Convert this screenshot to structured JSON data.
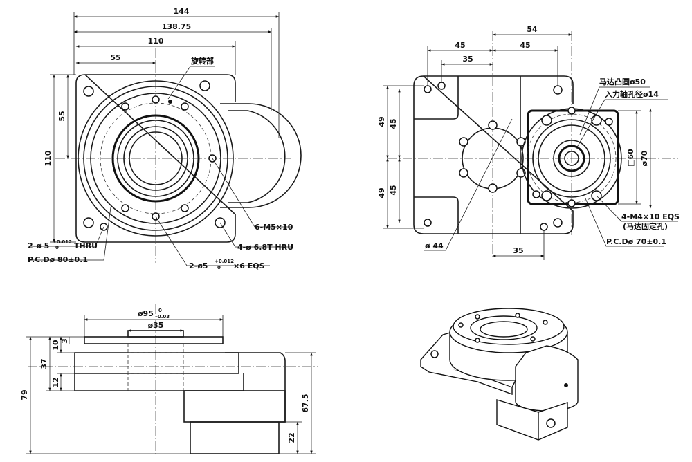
{
  "top_view": {
    "dim_144": "144",
    "dim_138_75": "138.75",
    "dim_110_top": "110",
    "dim_55_top": "55",
    "rotating_part": "旋转部",
    "dim_55_side": "55",
    "dim_110_side": "110",
    "callout_m5": "6-M5×10",
    "callout_68": "4-ø 6.8T HRU",
    "callout_pin_thru_main": "2-ø 5",
    "callout_pin_thru_tol_up": "+0.012",
    "callout_pin_thru_tol_dn": "0",
    "callout_pin_thru_end": "THRU",
    "callout_pcd80": "P.C.Dø 80±0.1",
    "callout_pin_eqs_main": "2-ø5",
    "callout_pin_eqs_tol_up": "+0.012",
    "callout_pin_eqs_tol_dn": "0",
    "callout_pin_eqs_end": "×6 EQS"
  },
  "right_view": {
    "dim_54": "54",
    "dim_45_a": "45",
    "dim_45_b": "45",
    "dim_35_top": "35",
    "dim_49_top": "49",
    "dim_45_side_top": "45",
    "dim_49_bot": "49",
    "dim_45_side_bot": "45",
    "motor_boss": "马达凸圆ø50",
    "input_bore": "入力轴孔径ø14",
    "sq60": "□60",
    "dia70": "ø70",
    "callout_m4": "4-M4×10 EQS",
    "callout_m4_note": "(马达固定孔)",
    "callout_pcd70": "P.C.Dø 70±0.1",
    "dim_dia44": "ø 44",
    "dim_35_bot": "35"
  },
  "front_view": {
    "dim_dia95": "ø95",
    "dim_dia95_tol_up": "0",
    "dim_dia95_tol_dn": "-0.03",
    "dim_dia35": "ø35",
    "dim_10": "10",
    "dim_3": "3",
    "dim_37": "37",
    "dim_12": "12",
    "dim_79": "79",
    "dim_67_5": "67.5",
    "dim_22": "22"
  }
}
